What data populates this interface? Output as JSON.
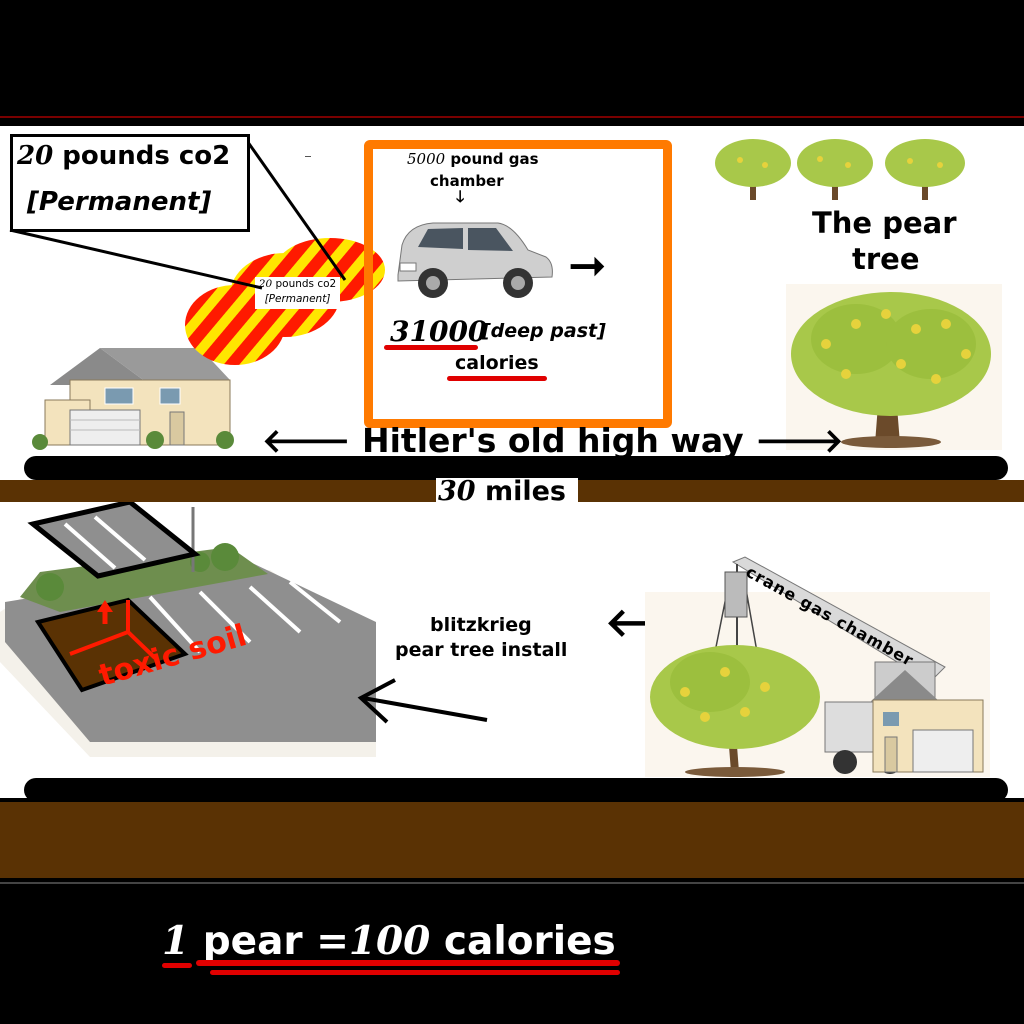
{
  "top_section": {
    "co2_box": {
      "amount": "20",
      "text": " pounds co2",
      "label": "[Permanent]"
    },
    "co2_small": {
      "amount": "20",
      "text": " pounds co2",
      "label": "[Permanent]"
    },
    "gas_chamber": {
      "amount": "5000",
      "text": " pound gas",
      "line2": "chamber"
    },
    "calories_box": {
      "amount": "31000",
      "qualifier": "[deep past]",
      "unit": "calories"
    },
    "pear_tree_title_line1": "The pear",
    "pear_tree_title_line2": "tree",
    "highway_label": "Hitler's old high way",
    "distance": {
      "amount": "30",
      "unit": " miles"
    }
  },
  "bottom_section": {
    "install_label_line1": "blitzkrieg",
    "install_label_line2": "pear tree install",
    "crane_label": "crane gas chamber",
    "toxic_soil_label": "toxic soil"
  },
  "footer": {
    "amount": "1",
    "text": " pear =",
    "amount2": "100",
    "unit": " calories"
  },
  "colors": {
    "orange_frame": "#ff7a00",
    "red": "#e00000",
    "yellow": "#ffe600",
    "soil": "#5a3204"
  }
}
